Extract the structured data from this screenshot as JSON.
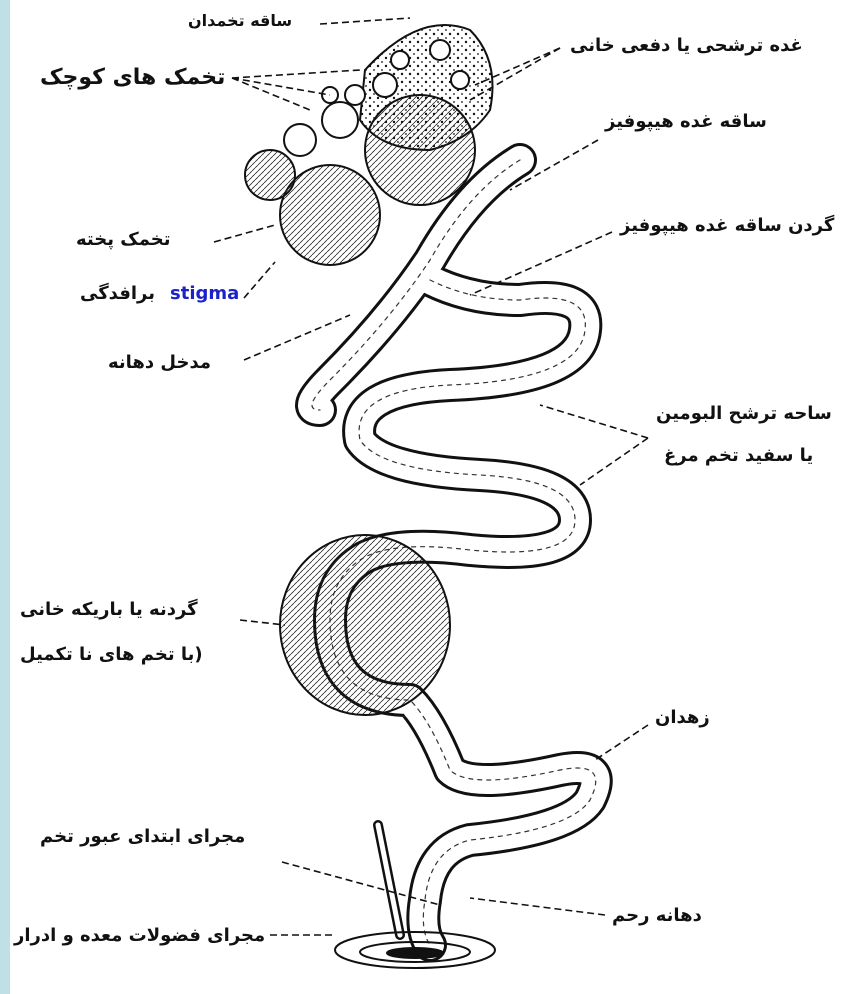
{
  "labels": {
    "ovary_stalk": "ساقه تخمدان",
    "ovary": "غده ترشحی یا دفعی خانی",
    "small_yolks": "تخمک های کوچک",
    "infundibulum_stalk": "ساقه غده هیپوفیز",
    "infundibulum_neck": "گردن  ساقه غده هیپوفیز",
    "mature_yolk": "تخمک پخته",
    "stigma_fa": "برافدگی",
    "stigma_en": "stigma",
    "mouth_entrance": "مدخل دهانه",
    "albumen_line1": "ساحه ترشح البومین",
    "albumen_line2": "یا سفید تخم مرغ",
    "isthmus_line1": "گردنه یا باریکه خانی",
    "isthmus_line2": "(با تخم های نا تکمیل",
    "uterus": "زهدان",
    "egg_passage": "مجرای ابتدای عبور تخم",
    "uterus_mouth": "دهانه رحم",
    "waste_duct": "مجرای فضولات معده و ادرار"
  }
}
